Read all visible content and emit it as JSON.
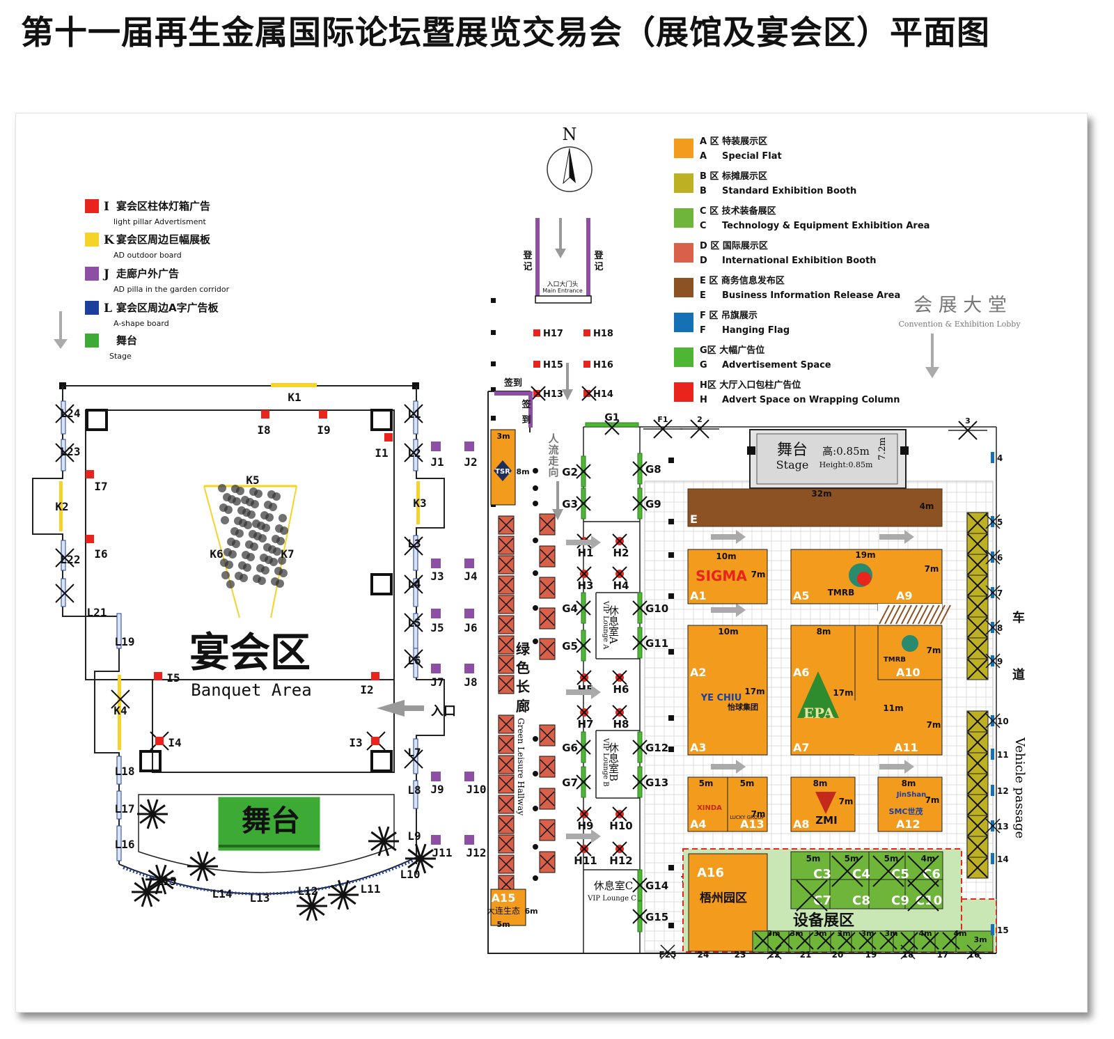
{
  "title": "第十一届再生金属国际论坛暨展览交易会（展馆及宴会区）平面图",
  "compass": "N",
  "left_legend": [
    {
      "code": "I",
      "zh": "宴会区柱体灯箱广告",
      "en": "light pillar Advertisment",
      "color": "#e8241c"
    },
    {
      "code": "K",
      "zh": "宴会区周边巨幅展板",
      "en": "AD outdoor board",
      "color": "#f6d32a"
    },
    {
      "code": "J",
      "zh": "走廊户外广告",
      "en": "AD pilla in the garden corridor",
      "color": "#8e4ea5"
    },
    {
      "code": "L",
      "zh": "宴会区周边A字广告板",
      "en": "A-shape board",
      "color": "#1d3f9c"
    },
    {
      "code": "",
      "zh": "舞台",
      "en": "Stage",
      "color": "#3daa35"
    }
  ],
  "right_legend": [
    {
      "zh": "A 区 特装展示区",
      "code": "A",
      "en": "Special Flat",
      "color": "#f29b1d"
    },
    {
      "zh": "B 区 标摊展示区",
      "code": "B",
      "en": "Standard Exhibition Booth",
      "color": "#bdb023"
    },
    {
      "zh": "C 区 技术装备展区",
      "code": "C",
      "en": "Technology & Equipment Exhibition Area",
      "color": "#6fb53a"
    },
    {
      "zh": "D 区 国际展示区",
      "code": "D",
      "en": "International Exhibition Booth",
      "color": "#d9614a"
    },
    {
      "zh": "E 区 商务信息发布区",
      "code": "E",
      "en": "Business Information Release Area",
      "color": "#8d5224"
    },
    {
      "zh": "F 区 吊旗展示",
      "code": "F",
      "en": "Hanging Flag",
      "color": "#1670b5"
    },
    {
      "zh": "G区 大幅广告位",
      "code": "G",
      "en": "Advertisement Space",
      "color": "#4fb534"
    },
    {
      "zh": "H区 大厅入口包柱广告位",
      "code": "H",
      "en": "Advert Space on Wrapping Column",
      "color": "#e8241c"
    }
  ],
  "lobby": {
    "zh": "会 展 大 堂",
    "en": "Convention & Exhibition Lobby"
  },
  "banquet": {
    "zh": "宴会区",
    "en": "Banquet Area",
    "stage": "舞台",
    "entrance": "入口",
    "labels": [
      "K1",
      "K2",
      "K3",
      "K4",
      "K5",
      "K6",
      "K7",
      "I1",
      "I2",
      "I3",
      "I4",
      "I5",
      "I6",
      "I7",
      "I8",
      "I9",
      "J1",
      "J2",
      "J3",
      "J4",
      "J5",
      "J6",
      "J7",
      "J8",
      "J9",
      "J10",
      "J11",
      "J12",
      "L1",
      "L2",
      "L3",
      "L4",
      "L5",
      "L6",
      "L7",
      "L8",
      "L9",
      "L10",
      "L11",
      "L12",
      "L13",
      "L14",
      "L15",
      "L16",
      "L17",
      "L18",
      "L19",
      "L21",
      "L22",
      "L23",
      "L24"
    ]
  },
  "hall": {
    "register": "登记",
    "main_entrance_zh": "入口大门头",
    "main_entrance_en": "Main Entrance",
    "checkin": "签到",
    "flow": "人流走向",
    "corridor_zh": "绿色长廊",
    "corridor_en": "Green Leisure Hallway",
    "vip_a_zh": "休息室A",
    "vip_a_en": "VIP Lounge A",
    "vip_b_zh": "休息室B",
    "vip_b_en": "VIP Lounge B",
    "vip_c_zh": "休息室C",
    "vip_c_en": "VIP Lounge C",
    "stage_zh": "舞台",
    "stage_en": "Stage",
    "stage_h_zh": "高:0.85m",
    "stage_h_en": "Height:0.85m",
    "stage_depth": "7.2m",
    "vehicle_zh": "车道",
    "vehicle_en": "Vehicle passage",
    "equip_zone": "设备展区",
    "wuzhou": "梧州园区",
    "dalian": "大连生态",
    "h_labels": [
      "H1",
      "H2",
      "H3",
      "H4",
      "H5",
      "H6",
      "H7",
      "H8",
      "H9",
      "H10",
      "H11",
      "H12",
      "H13",
      "H14",
      "H15",
      "H16",
      "H17",
      "H18"
    ],
    "g_labels": [
      "G1",
      "G2",
      "G3",
      "G4",
      "G5",
      "G6",
      "G7",
      "G8",
      "G9",
      "G10",
      "G11",
      "G12",
      "G13",
      "G14",
      "G15"
    ],
    "f_labels": [
      "F1",
      "2",
      "3",
      "4",
      "5",
      "6",
      "7",
      "8",
      "9",
      "10",
      "11",
      "12",
      "13",
      "14",
      "15",
      "16",
      "17",
      "18",
      "19",
      "20",
      "21",
      "22",
      "23",
      "24",
      "F25"
    ],
    "booths": [
      "A1",
      "A2",
      "A3",
      "A4",
      "A5",
      "A6",
      "A7",
      "A8",
      "A9",
      "A10",
      "A11",
      "A12",
      "A13",
      "A15",
      "A16",
      "C3",
      "C4",
      "C5",
      "C6",
      "C7",
      "C8",
      "C9",
      "C10",
      "E"
    ],
    "brands": [
      "SIGMA",
      "TMRB",
      "TMRB",
      "EPA",
      "YE CHIU",
      "怡球集团",
      "ZMI",
      "JinShan",
      "SMC世茂",
      "XINDA",
      "LUCKY GROUP",
      "TSR"
    ],
    "dims": [
      "3m",
      "8m",
      "32m",
      "4m",
      "10m",
      "7m",
      "19m",
      "7m",
      "10m",
      "8m",
      "17m",
      "17m",
      "7m",
      "11m",
      "7m",
      "5m",
      "5m",
      "8m",
      "7m",
      "8m",
      "7m",
      "10m",
      "7m",
      "6m",
      "8m",
      "5m",
      "5m",
      "5m",
      "4m",
      "3.5m",
      "3.5m",
      "3m",
      "3m",
      "3m",
      "3m",
      "3m",
      "4m",
      "4m",
      "3m",
      "6m",
      "5m"
    ]
  }
}
